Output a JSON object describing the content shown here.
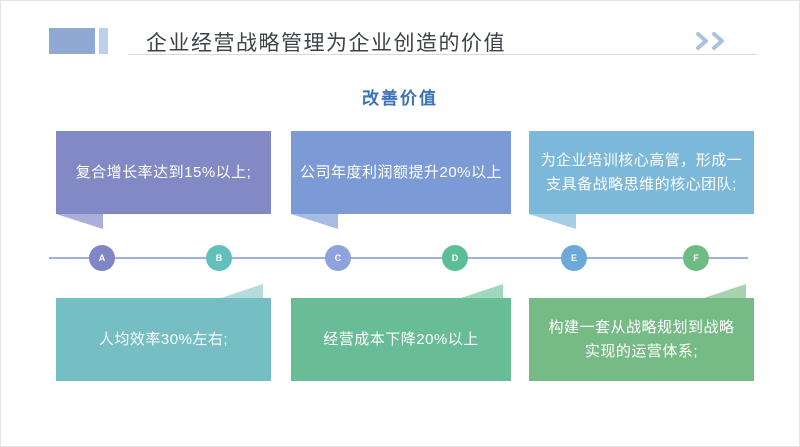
{
  "header": {
    "title": "企业经营战略管理为企业创造的价值",
    "chevron_icon": "double-chevron-right",
    "accent_color_1": "#8FA9D3",
    "accent_color_2": "#BECFE8",
    "underline_color": "#D9D9D9",
    "chevron_color": "#A9C3DF",
    "title_color": "#3E4247"
  },
  "subtitle": {
    "text": "改善价值",
    "color": "#3A72B8"
  },
  "top_row": [
    {
      "text": "复合增长率达到15%以上;",
      "fill": "#8289C4",
      "tail": "#A9AEDA"
    },
    {
      "text": "公司年度利润额提升20%以上",
      "fill": "#7C9AD5",
      "tail": "#A6BCE4"
    },
    {
      "text": "为企业培训核心高管，形成一\n支具备战略思维的核心团队;",
      "fill": "#7CB8D9",
      "tail": "#A6CEE4"
    }
  ],
  "timeline": {
    "line_color": "#9FB1DF",
    "nodes": [
      {
        "label": "A",
        "color": "#7F86C5"
      },
      {
        "label": "B",
        "color": "#63BFBA"
      },
      {
        "label": "C",
        "color": "#8EA3DE"
      },
      {
        "label": "D",
        "color": "#5BBE98"
      },
      {
        "label": "E",
        "color": "#6AA9D8"
      },
      {
        "label": "F",
        "color": "#6FBB85"
      }
    ]
  },
  "bottom_row": [
    {
      "text": "人均效率30%左右;",
      "fill": "#74BEC4",
      "tail": "#B5DBDD"
    },
    {
      "text": "经营成本下降20%以上",
      "fill": "#68BD97",
      "tail": "#9FD8BC"
    },
    {
      "text": "构建一套从战略规划到战略\n实现的运营体系;",
      "fill": "#76BA85",
      "tail": "#A6D3AE"
    }
  ]
}
